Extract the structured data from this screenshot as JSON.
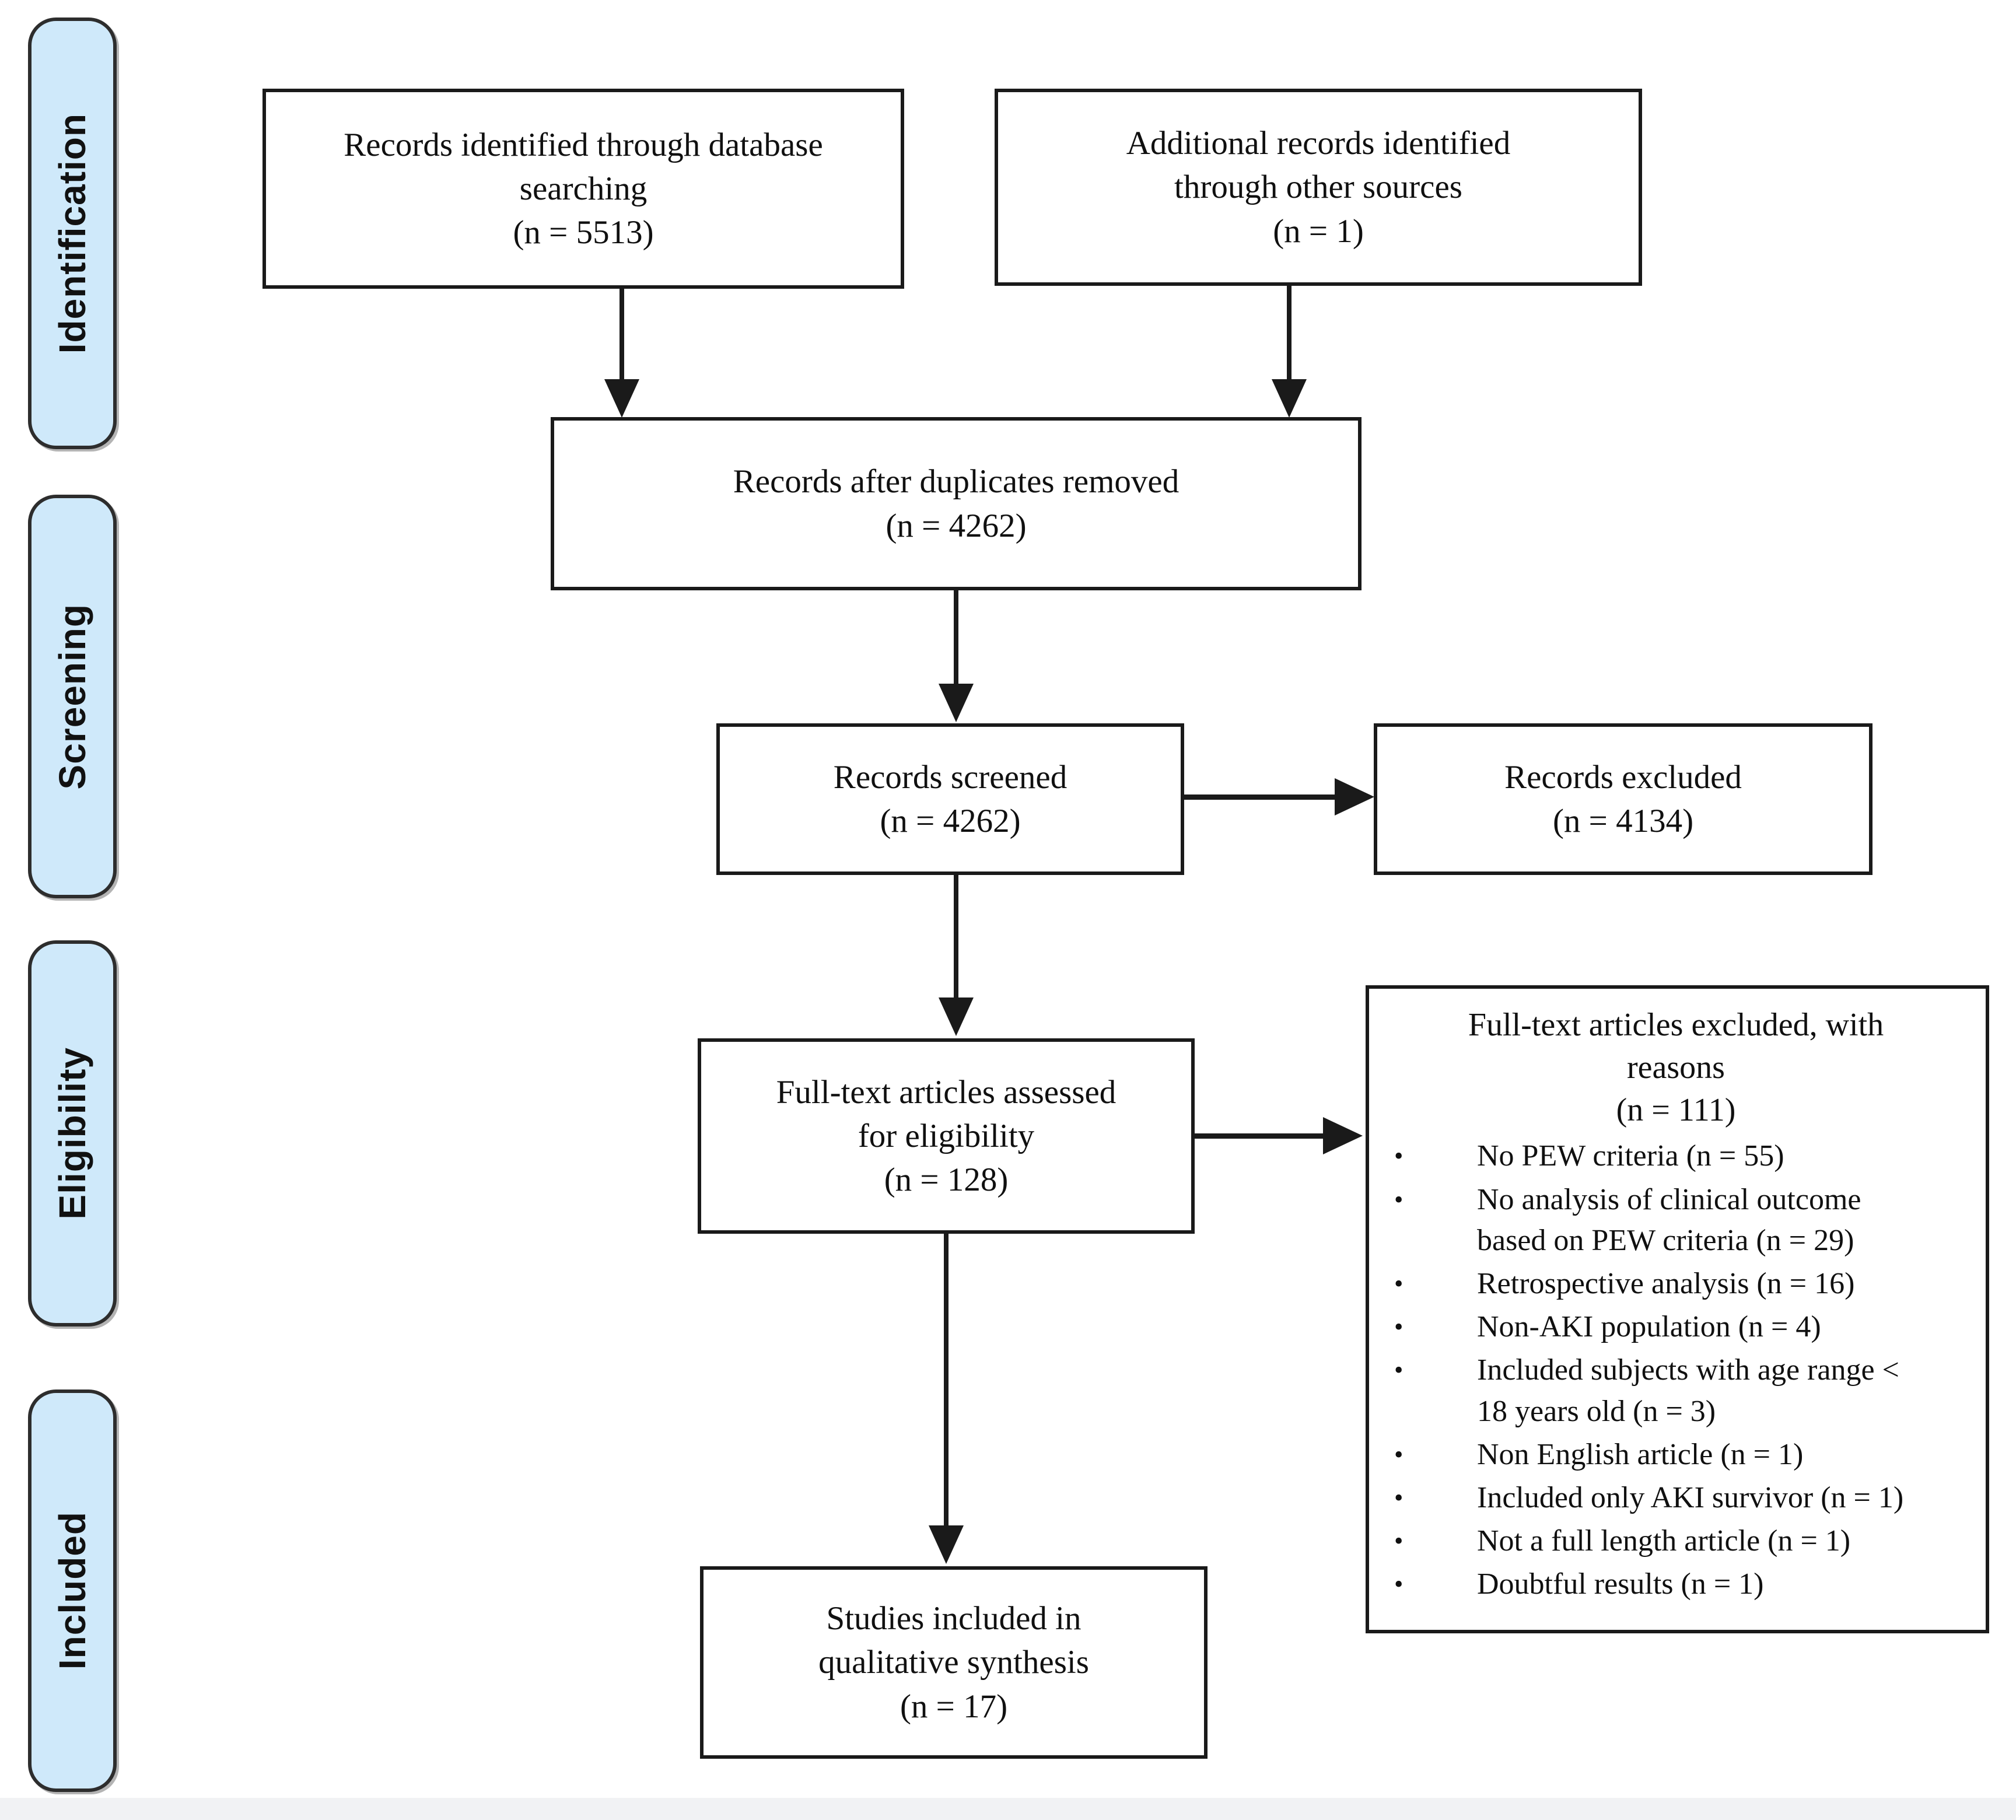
{
  "colors": {
    "stage_fill": "#cfe9fa",
    "stage_border": "#2d2d2d",
    "box_border": "#1a1a1a",
    "background": "#ffffff",
    "footer_strip": "#f1f2f4"
  },
  "glyphs": {
    "bullet": "•"
  },
  "stages": [
    {
      "label": "Identification"
    },
    {
      "label": "Screening"
    },
    {
      "label": "Eligibility"
    },
    {
      "label": "Included"
    }
  ],
  "boxes": {
    "records_identified": {
      "label": "Records identified through database\nsearching\n(n = 5513)"
    },
    "additional_records": {
      "label": "Additional records identified\nthrough other sources\n(n = 1)"
    },
    "after_duplicates": {
      "label": "Records after duplicates removed\n(n = 4262)"
    },
    "records_screened": {
      "label": "Records screened\n(n = 4262)"
    },
    "records_excluded": {
      "label": "Records excluded\n(n = 4134)"
    },
    "fulltext_assessed": {
      "label": "Full-text articles assessed\nfor eligibility\n(n = 128)"
    },
    "fulltext_excluded": {
      "title": "Full-text articles excluded, with\nreasons\n(n = 111)",
      "reasons": [
        "No PEW criteria (n = 55)",
        "No analysis of clinical outcome based on PEW criteria (n = 29)",
        "Retrospective analysis (n = 16)",
        "Non-AKI population (n = 4)",
        "Included subjects with age range < 18 years old (n = 3)",
        "Non English article (n = 1)",
        "Included only AKI survivor (n = 1)",
        "Not a full length article (n = 1)",
        "Doubtful results (n = 1)"
      ]
    },
    "studies_included": {
      "label": "Studies included in\nqualitative synthesis\n(n = 17)"
    }
  }
}
